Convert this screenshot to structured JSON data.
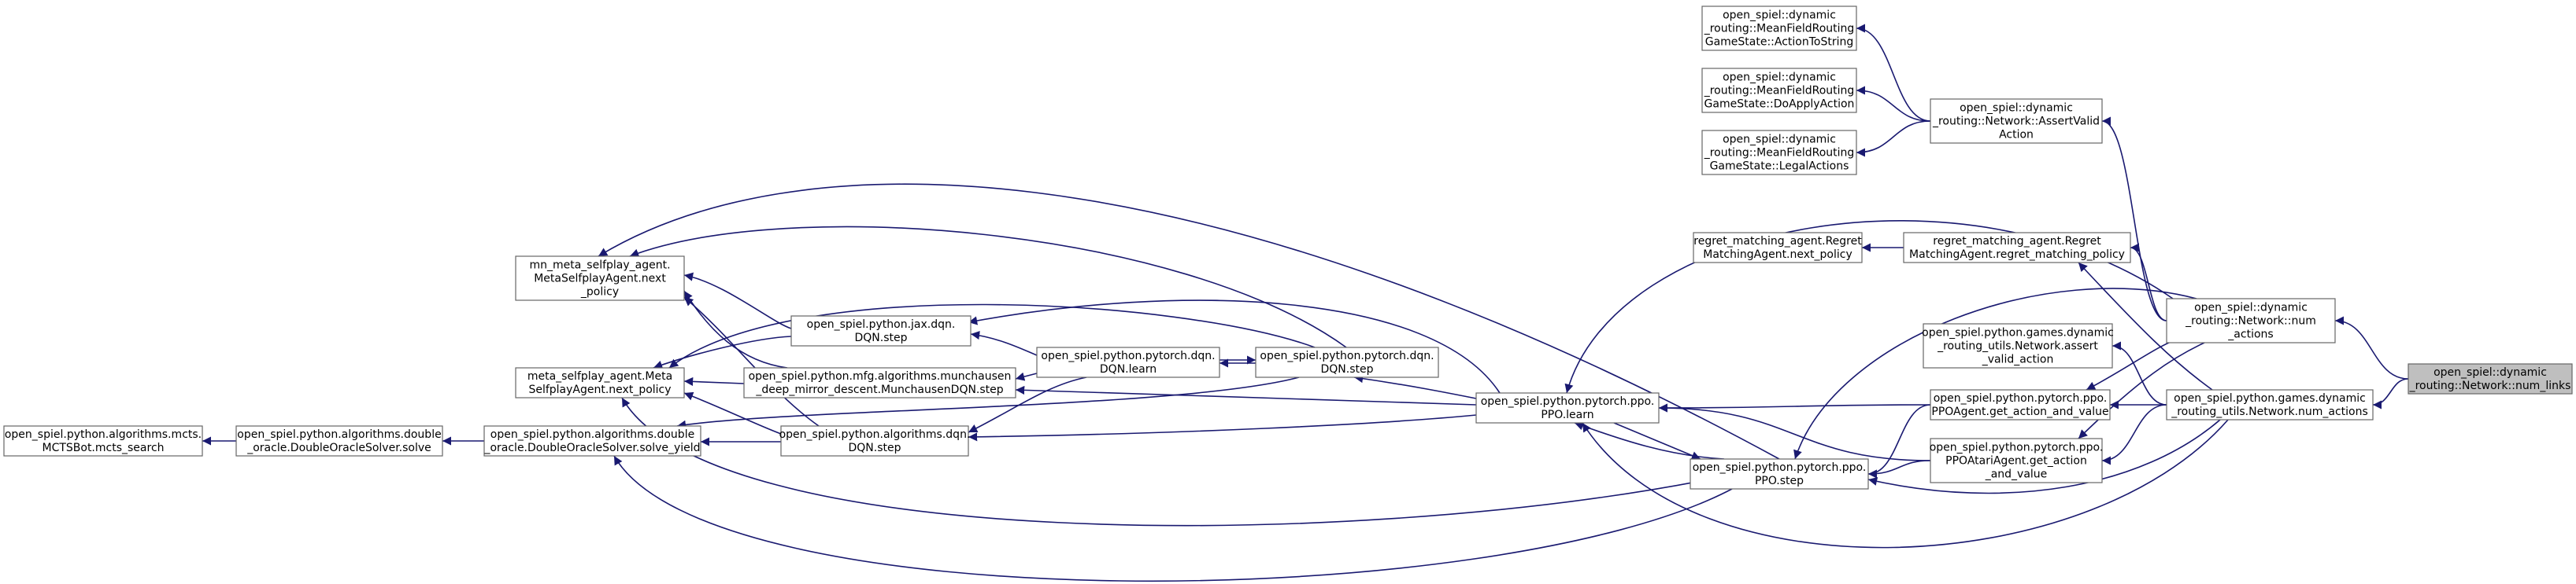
{
  "graph": {
    "title": "",
    "edge_color": "#191970",
    "node_border_color": "#666666",
    "highlight_fill": "#bfbfbf",
    "nodes": [
      {
        "id": "root",
        "lines": [
          "open_spiel::dynamic",
          "_routing::Network::num_links"
        ]
      },
      {
        "id": "num_actions_cpp",
        "lines": [
          "open_spiel::dynamic",
          "_routing::Network::num",
          "_actions"
        ]
      },
      {
        "id": "py_num_actions",
        "lines": [
          "open_spiel.python.games.dynamic",
          "_routing_utils.Network.num_actions"
        ]
      },
      {
        "id": "assert_valid",
        "lines": [
          "open_spiel::dynamic",
          "_routing::Network::AssertValid",
          "Action"
        ]
      },
      {
        "id": "to_string",
        "lines": [
          "open_spiel::dynamic",
          "_routing::MeanFieldRouting",
          "GameState::ActionToString"
        ]
      },
      {
        "id": "do_apply",
        "lines": [
          "open_spiel::dynamic",
          "_routing::MeanFieldRouting",
          "GameState::DoApplyAction"
        ]
      },
      {
        "id": "legal_actions",
        "lines": [
          "open_spiel::dynamic",
          "_routing::MeanFieldRouting",
          "GameState::LegalActions"
        ]
      },
      {
        "id": "regret_policy",
        "lines": [
          "regret_matching_agent.Regret",
          "MatchingAgent.regret_matching_policy"
        ]
      },
      {
        "id": "regret_next",
        "lines": [
          "regret_matching_agent.Regret",
          "MatchingAgent.next_policy"
        ]
      },
      {
        "id": "py_assert",
        "lines": [
          "open_spiel.python.games.dynamic",
          "_routing_utils.Network.assert",
          "_valid_action"
        ]
      },
      {
        "id": "ppo_agent",
        "lines": [
          "open_spiel.python.pytorch.ppo.",
          "PPOAgent.get_action_and_value"
        ]
      },
      {
        "id": "ppo_atari",
        "lines": [
          "open_spiel.python.pytorch.ppo.",
          "PPOAtariAgent.get_action",
          "_and_value"
        ]
      },
      {
        "id": "ppo_learn",
        "lines": [
          "open_spiel.python.pytorch.ppo.",
          "PPO.learn"
        ]
      },
      {
        "id": "ppo_step",
        "lines": [
          "open_spiel.python.pytorch.ppo.",
          "PPO.step"
        ]
      },
      {
        "id": "torch_dqn_step",
        "lines": [
          "open_spiel.python.pytorch.dqn.",
          "DQN.step"
        ]
      },
      {
        "id": "torch_dqn_learn",
        "lines": [
          "open_spiel.python.pytorch.dqn.",
          "DQN.learn"
        ]
      },
      {
        "id": "jax_dqn_step",
        "lines": [
          "open_spiel.python.jax.dqn.",
          "DQN.step"
        ]
      },
      {
        "id": "munchausen",
        "lines": [
          "open_spiel.python.mfg.algorithms.munchausen",
          "_deep_mirror_descent.MunchausenDQN.step"
        ]
      },
      {
        "id": "alg_dqn_step",
        "lines": [
          "open_spiel.python.algorithms.dqn.",
          "DQN.step"
        ]
      },
      {
        "id": "mn_meta",
        "lines": [
          "mn_meta_selfplay_agent.",
          "MetaSelfplayAgent.next",
          "_policy"
        ]
      },
      {
        "id": "meta_selfplay",
        "lines": [
          "meta_selfplay_agent.Meta",
          "SelfplayAgent.next_policy"
        ]
      },
      {
        "id": "do_yield",
        "lines": [
          "open_spiel.python.algorithms.double",
          "_oracle.DoubleOracleSolver.solve_yield"
        ]
      },
      {
        "id": "do_solve",
        "lines": [
          "open_spiel.python.algorithms.double",
          "_oracle.DoubleOracleSolver.solve"
        ]
      },
      {
        "id": "mcts",
        "lines": [
          "open_spiel.python.algorithms.mcts.",
          "MCTSBot.mcts_search"
        ]
      }
    ],
    "edges": [
      [
        "num_actions_cpp",
        "root"
      ],
      [
        "py_num_actions",
        "root"
      ],
      [
        "assert_valid",
        "num_actions_cpp"
      ],
      [
        "regret_policy",
        "num_actions_cpp"
      ],
      [
        "ppo_learn",
        "num_actions_cpp"
      ],
      [
        "ppo_step",
        "num_actions_cpp"
      ],
      [
        "ppo_agent",
        "num_actions_cpp"
      ],
      [
        "ppo_atari",
        "num_actions_cpp"
      ],
      [
        "to_string",
        "assert_valid"
      ],
      [
        "do_apply",
        "assert_valid"
      ],
      [
        "legal_actions",
        "assert_valid"
      ],
      [
        "regret_next",
        "regret_policy"
      ],
      [
        "regret_policy",
        "py_num_actions"
      ],
      [
        "py_assert",
        "py_num_actions"
      ],
      [
        "ppo_agent",
        "py_num_actions"
      ],
      [
        "ppo_atari",
        "py_num_actions"
      ],
      [
        "ppo_learn",
        "py_num_actions"
      ],
      [
        "ppo_step",
        "py_num_actions"
      ],
      [
        "ppo_learn",
        "ppo_agent"
      ],
      [
        "ppo_step",
        "ppo_agent"
      ],
      [
        "ppo_learn",
        "ppo_atari"
      ],
      [
        "ppo_step",
        "ppo_atari"
      ],
      [
        "ppo_learn",
        "ppo_step"
      ],
      [
        "ppo_step",
        "ppo_learn"
      ],
      [
        "torch_dqn_step",
        "ppo_learn"
      ],
      [
        "jax_dqn_step",
        "ppo_learn"
      ],
      [
        "munchausen",
        "ppo_learn"
      ],
      [
        "alg_dqn_step",
        "ppo_learn"
      ],
      [
        "mn_meta",
        "ppo_step"
      ],
      [
        "meta_selfplay",
        "ppo_step"
      ],
      [
        "do_yield",
        "ppo_step"
      ],
      [
        "torch_dqn_learn",
        "torch_dqn_step"
      ],
      [
        "torch_dqn_step",
        "torch_dqn_learn"
      ],
      [
        "jax_dqn_step",
        "torch_dqn_learn"
      ],
      [
        "munchausen",
        "torch_dqn_learn"
      ],
      [
        "alg_dqn_step",
        "torch_dqn_learn"
      ],
      [
        "mn_meta",
        "torch_dqn_step"
      ],
      [
        "meta_selfplay",
        "torch_dqn_step"
      ],
      [
        "do_yield",
        "torch_dqn_step"
      ],
      [
        "mn_meta",
        "jax_dqn_step"
      ],
      [
        "meta_selfplay",
        "jax_dqn_step"
      ],
      [
        "mn_meta",
        "munchausen"
      ],
      [
        "meta_selfplay",
        "munchausen"
      ],
      [
        "mn_meta",
        "alg_dqn_step"
      ],
      [
        "meta_selfplay",
        "alg_dqn_step"
      ],
      [
        "do_yield",
        "alg_dqn_step"
      ],
      [
        "do_solve",
        "do_yield"
      ],
      [
        "mcts",
        "do_solve"
      ]
    ]
  }
}
